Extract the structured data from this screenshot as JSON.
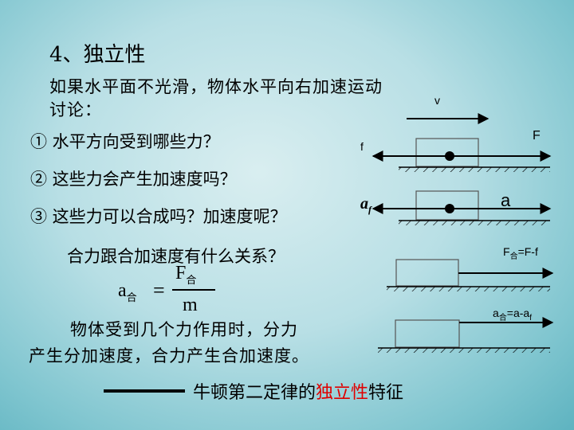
{
  "title": "4、独立性",
  "intro": {
    "line1": "如果水平面不光滑，物体水平向右加速运动",
    "line2": "讨论："
  },
  "questions": {
    "q1": "① 水平方向受到哪些力？",
    "q2": "② 这些力会产生加速度吗？",
    "q3": "③ 这些力可以合成吗？加速度呢？",
    "q4": "合力跟合加速度有什么关系？"
  },
  "formula": {
    "lhs": "a",
    "lhs_sub": "合",
    "eq": "=",
    "numerator": "F",
    "numerator_sub": "合",
    "denominator": "m"
  },
  "conclusion": {
    "line1": "物体受到几个力作用时，分力",
    "line2": "产生分加速度，合力产生合加速度。"
  },
  "footer": {
    "prefix": "牛顿第二定律的",
    "highlight": "独立性",
    "suffix": "特征",
    "highlight_color": "#e00000"
  },
  "diagram": {
    "v_label": "v",
    "f_label": "f",
    "F_label": "F",
    "a_label": "a",
    "af_label": "a",
    "af_sub": "f",
    "net_force_label": "F",
    "net_force_sub": "合",
    "net_force_rhs": "=F-f",
    "net_acc_label": "a",
    "net_acc_sub": "合",
    "net_acc_rhs": "=a-a",
    "net_acc_rhs_sub": "f"
  }
}
